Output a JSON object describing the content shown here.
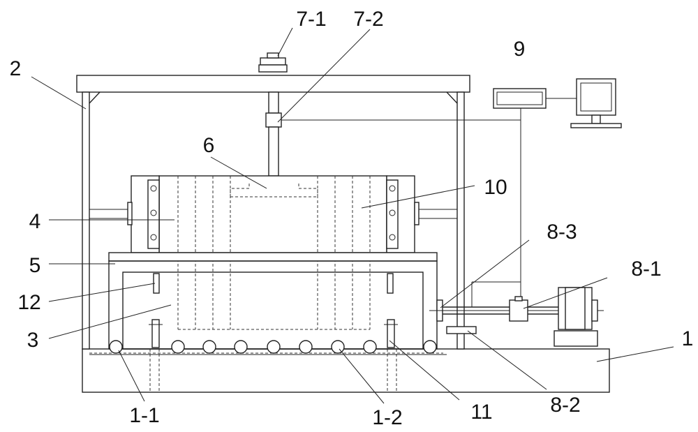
{
  "labels": {
    "l1": "1",
    "l1_1": "1-1",
    "l1_2": "1-2",
    "l2": "2",
    "l3": "3",
    "l4": "4",
    "l5": "5",
    "l6": "6",
    "l7_1": "7-1",
    "l7_2": "7-2",
    "l8_1": "8-1",
    "l8_2": "8-2",
    "l8_3": "8-3",
    "l9": "9",
    "l10": "10",
    "l11": "11",
    "l12": "12"
  }
}
